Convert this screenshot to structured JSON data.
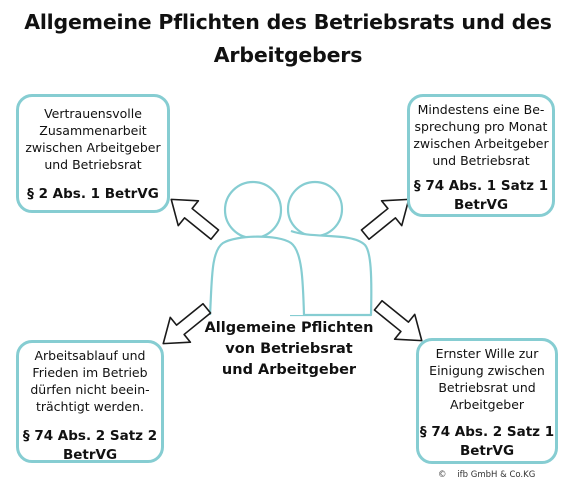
{
  "title": {
    "line1": "Allgemeine Pflichten des Betriebsrats und des",
    "line2": "Arbeitgebers"
  },
  "center_label": {
    "line1": "Allgemeine Pflichten",
    "line2": "von Betriebsrat",
    "line3": "und Arbeitgeber"
  },
  "boxes": {
    "top_left": {
      "lines": [
        "Vertrauensvolle",
        "Zusammenarbeit",
        "zwischen Arbeitgeber",
        "und Betriebsrat"
      ],
      "reference": [
        "§ 2 Abs. 1 BetrVG"
      ]
    },
    "top_right": {
      "lines": [
        "Mindestens eine Be-",
        "sprechung pro Monat",
        "zwischen Arbeitgeber",
        "und Betriebsrat"
      ],
      "reference": [
        "§ 74 Abs. 1 Satz 1",
        "BetrVG"
      ]
    },
    "bottom_left": {
      "lines": [
        "Arbeitsablauf und",
        "Frieden im Betrieb",
        "dürfen nicht beein-",
        "trächtigt werden."
      ],
      "reference": [
        "§ 74 Abs. 2 Satz 2",
        "BetrVG"
      ]
    },
    "bottom_right": {
      "lines": [
        "Ernster Wille zur",
        "Einigung zwischen",
        "Betriebsrat und",
        "Arbeitgeber"
      ],
      "reference": [
        "§ 74 Abs. 2 Satz 1",
        "BetrVG"
      ]
    }
  },
  "copyright": {
    "symbol": "©",
    "text": "ifb GmbH & Co.KG"
  },
  "colors": {
    "box_border": "#86cdd2",
    "people_outline": "#86cdd2",
    "arrow_outline": "#1a1a1a"
  },
  "icons": [
    "people-icon",
    "arrow-icon"
  ]
}
